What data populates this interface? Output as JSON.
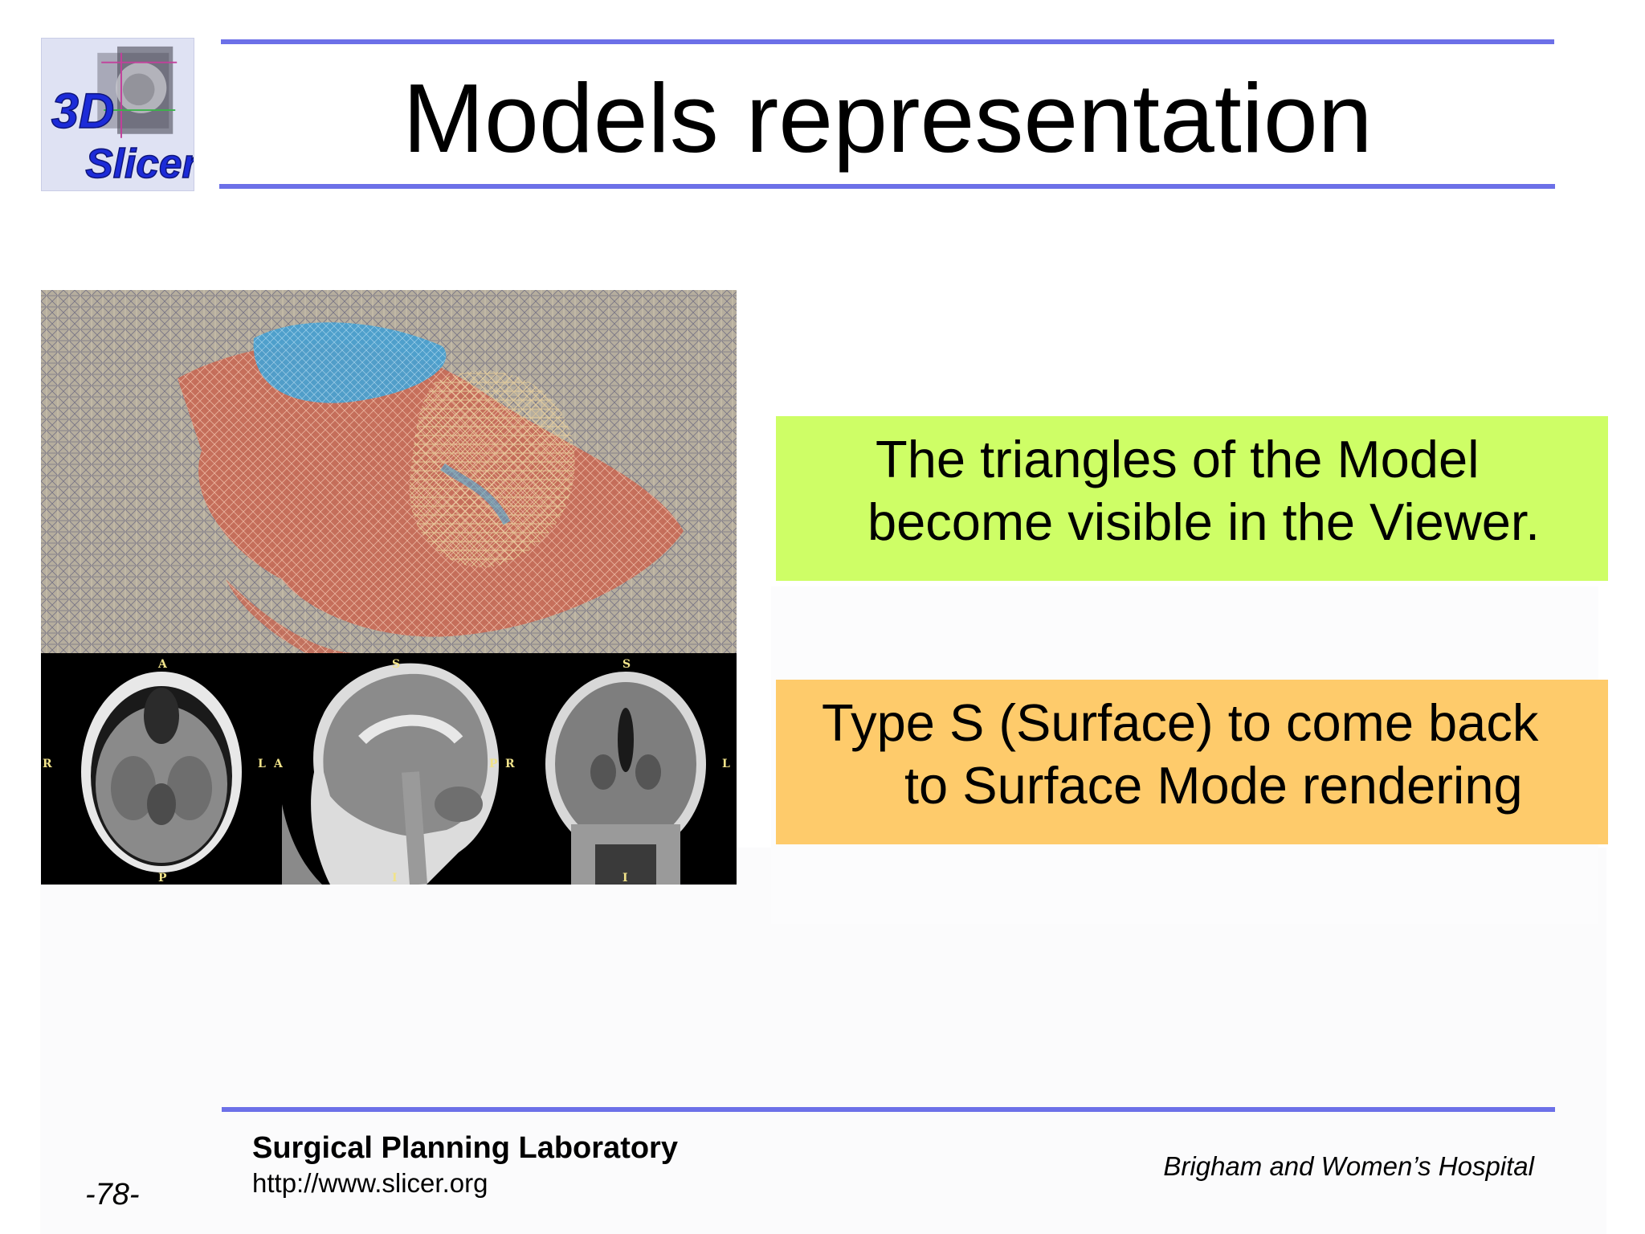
{
  "slide": {
    "title": "Models representation",
    "logo_text_top": "3D",
    "logo_text_bottom": "Slicer",
    "callouts": [
      {
        "lines": [
          "The triangles of the  Model",
          "become visible in the Viewer."
        ],
        "color": "#cefe66"
      },
      {
        "lines": [
          "Type S (Surface) to come back",
          "to Surface Mode rendering"
        ],
        "color": "#fecb6b"
      }
    ],
    "viewer_labels": {
      "axial": {
        "top": "A",
        "left": "R",
        "right": "L",
        "bottom": "P"
      },
      "sagittal": {
        "top": "S",
        "left": "A",
        "right": "P",
        "bottom": "I"
      },
      "coronal": {
        "top": "S",
        "left": "R",
        "right": "L",
        "bottom": "I"
      }
    },
    "footer": {
      "lab": "Surgical Planning Laboratory",
      "url": "http://www.slicer.org",
      "hospital": "Brigham and Women’s Hospital",
      "page": "-78-"
    },
    "accent_color": "#6c70e8"
  }
}
